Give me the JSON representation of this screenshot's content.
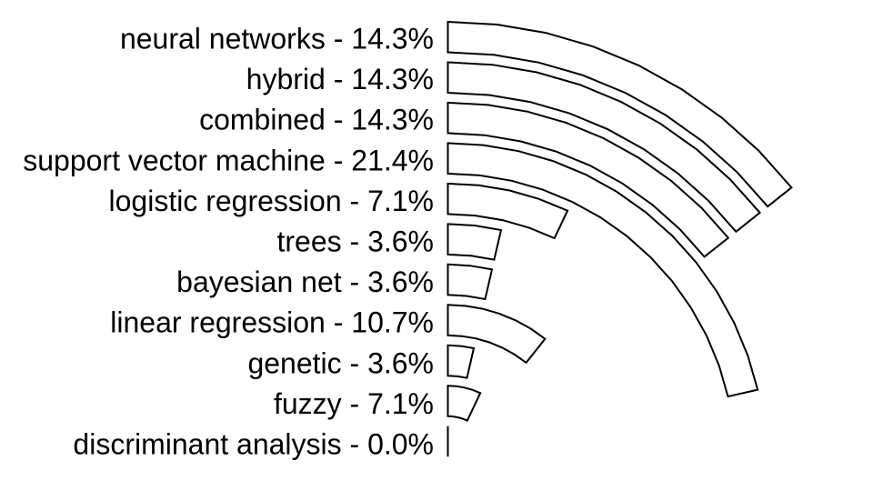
{
  "chart_data": {
    "type": "pie",
    "variant": "concentric-radial-arc-chart",
    "title": "",
    "xlabel": "",
    "ylabel": "",
    "categories": [
      "neural networks",
      "hybrid",
      "combined",
      "support vector machine",
      "logistic regression",
      "trees",
      "bayesian net",
      "linear regression",
      "genetic",
      "fuzzy",
      "discriminant analysis"
    ],
    "values": [
      14.3,
      14.3,
      14.3,
      21.4,
      7.1,
      3.6,
      3.6,
      10.7,
      3.6,
      7.1,
      0.0
    ],
    "unit": "%",
    "labels": [
      "neural networks - 14.3%",
      "hybrid - 14.3%",
      "combined - 14.3%",
      "support vector machine - 21.4%",
      "logistic regression - 7.1%",
      "trees - 3.6%",
      "bayesian net - 3.6%",
      "linear regression - 10.7%",
      "genetic - 3.6%",
      "fuzzy - 7.1%",
      "discriminant analysis - 0.0%"
    ],
    "total_percent": 100.0,
    "angle_degrees_per_percent": 3.6,
    "start_angle": "12-oclock",
    "sweep_direction": "clockwise",
    "ring_order": "outermost-to-innermost",
    "label_position": "left-of-ring-start, right-aligned",
    "legend": "none",
    "grid": "off",
    "stroke_color": "#000000",
    "fill_color": "#ffffff",
    "background_color": "#ffffff"
  }
}
